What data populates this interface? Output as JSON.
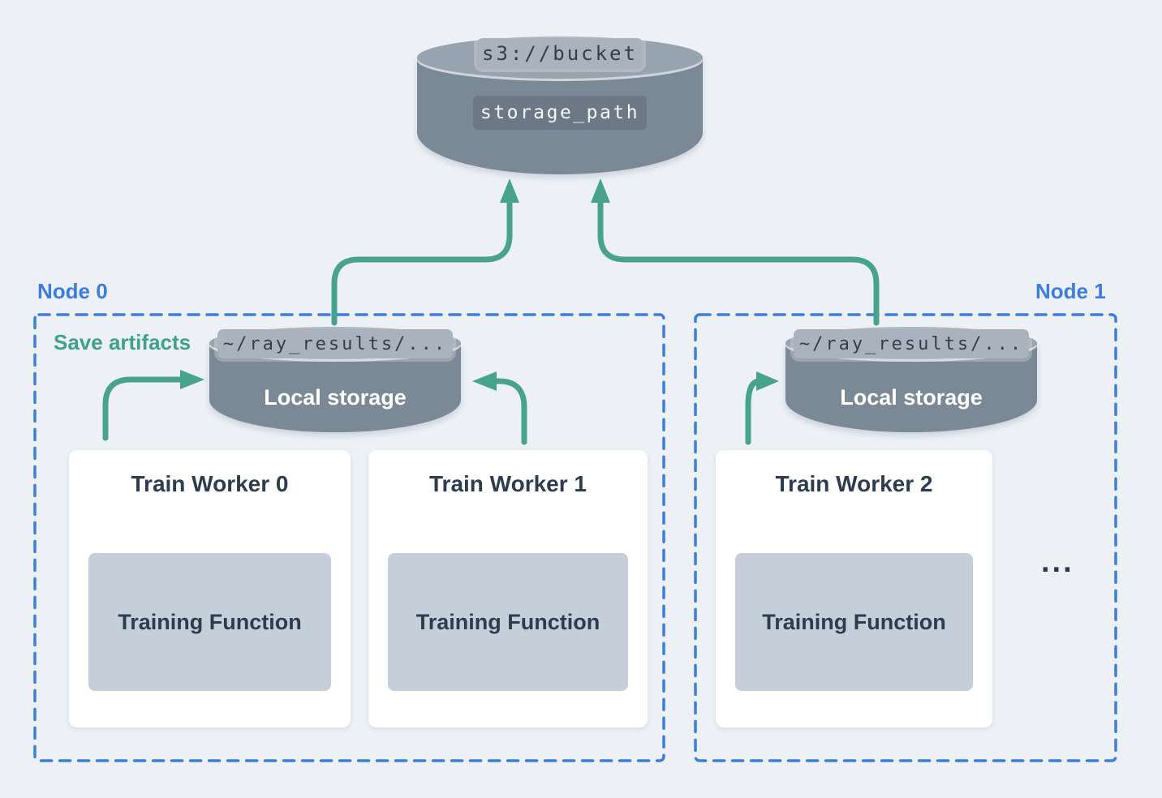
{
  "colors": {
    "background": "#edf1f6",
    "accent_blue": "#3c7edd",
    "accent_green": "#47a28e",
    "cylinder_body": "#7b8896",
    "cylinder_top": "#98a3b0",
    "band_background": "#a9b2bd",
    "chip_background": "#6d7886",
    "function_box": "#c5cfda",
    "text_dark": "#2d3c4e"
  },
  "cloud": {
    "bucket": "s3://bucket",
    "chip": "storage_path"
  },
  "nodes": [
    {
      "label": "Node 0",
      "annotation": "Save artifacts",
      "storage": {
        "path": "~/ray_results/...",
        "name": "Local storage"
      },
      "workers": [
        {
          "title": "Train Worker 0",
          "function": "Training Function"
        },
        {
          "title": "Train Worker 1",
          "function": "Training Function"
        }
      ]
    },
    {
      "label": "Node 1",
      "storage": {
        "path": "~/ray_results/...",
        "name": "Local storage"
      },
      "workers": [
        {
          "title": "Train Worker 2",
          "function": "Training Function"
        }
      ],
      "ellipsis": "..."
    }
  ]
}
